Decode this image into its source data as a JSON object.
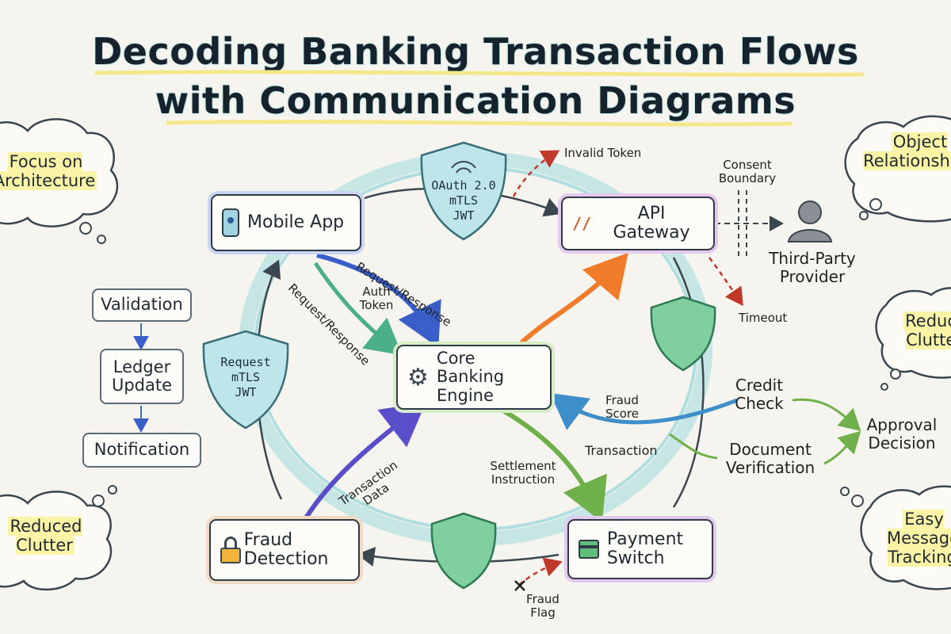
{
  "title": {
    "line1": "Decoding Banking Transaction Flows",
    "line2": "with Communication Diagrams"
  },
  "nodes": {
    "mobile_app": "Mobile App",
    "api_gateway": "API Gateway",
    "core_banking": "Core Banking Engine",
    "fraud_detection": "Fraud Detection",
    "payment_switch": "Payment Switch",
    "third_party": "Third-Party Provider"
  },
  "shields": {
    "top": [
      "OAuth 2.0",
      "mTLS",
      "JWT"
    ],
    "left": [
      "Request",
      "mTLS",
      "JWT"
    ]
  },
  "process": [
    "Validation",
    "Ledger Update",
    "Notification"
  ],
  "messages": {
    "request_response_1": "Request/Response",
    "request_response_2": "Request/Response",
    "auth_token": "Auth Token",
    "transaction_data": "Transaction Data",
    "settlement_instruction": "Settlement Instruction",
    "fraud_score": "Fraud Score",
    "transaction": "Transaction",
    "invalid_token": "Invalid Token",
    "consent_boundary": "Consent Boundary",
    "timeout": "Timeout",
    "fraud_flag": "Fraud Flag"
  },
  "decision": {
    "credit_check": "Credit Check",
    "document_verification": "Document Verification",
    "approval_decision": "Approval Decision"
  },
  "clouds": {
    "top_left": "Focus on Architecture",
    "bottom_left": "Reduced Clutter",
    "top_right": "Object Relationships",
    "mid_right": "Reduce Clutter",
    "bottom_right": "Easy Message Tracking"
  },
  "colors": {
    "accent_teal": "#62c7cf",
    "arrow_blue": "#3b5fc9",
    "arrow_green": "#4bb08a",
    "arrow_orange": "#f07b2a",
    "arrow_purple": "#5a4fc9",
    "arrow_lime": "#6fb04a",
    "error_red": "#c0392b",
    "highlight_yellow": "#fbf3a6"
  }
}
